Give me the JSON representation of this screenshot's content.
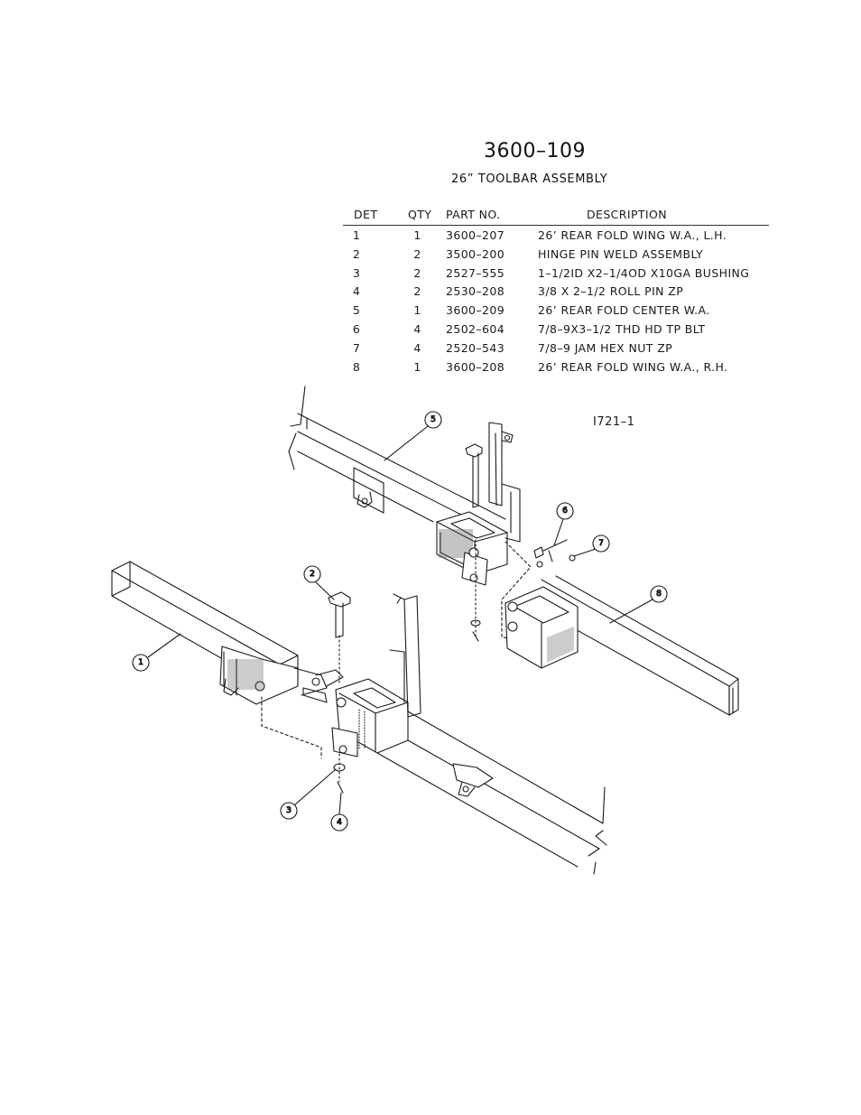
{
  "assembly": {
    "number": "3600–109",
    "name": "26” TOOLBAR ASSEMBLY"
  },
  "bom": {
    "headers": {
      "det": "DET",
      "qty": "QTY",
      "part": "PART NO.",
      "desc": "DESCRIPTION"
    },
    "rows": [
      {
        "det": "1",
        "qty": "1",
        "part": "3600–207",
        "desc": "26’ REAR FOLD WING W.A., L.H."
      },
      {
        "det": "2",
        "qty": "2",
        "part": "3500–200",
        "desc": "HINGE PIN WELD ASSEMBLY"
      },
      {
        "det": "3",
        "qty": "2",
        "part": "2527–555",
        "desc": "1–1/2ID X2–1/4OD X10GA BUSHING"
      },
      {
        "det": "4",
        "qty": "2",
        "part": "2530–208",
        "desc": "3/8 X 2–1/2 ROLL PIN ZP"
      },
      {
        "det": "5",
        "qty": "1",
        "part": "3600–209",
        "desc": "26’ REAR FOLD CENTER W.A."
      },
      {
        "det": "6",
        "qty": "4",
        "part": "2502–604",
        "desc": "7/8–9X3–1/2 THD HD TP BLT"
      },
      {
        "det": "7",
        "qty": "4",
        "part": "2520–543",
        "desc": "7/8–9 JAM HEX NUT  ZP"
      },
      {
        "det": "8",
        "qty": "1",
        "part": "3600–208",
        "desc": "26’ REAR FOLD WING W.A., R.H."
      }
    ]
  },
  "drawing_number": "I721–1",
  "callouts": [
    {
      "label": "1"
    },
    {
      "label": "2"
    },
    {
      "label": "3"
    },
    {
      "label": "4"
    },
    {
      "label": "5"
    },
    {
      "label": "6"
    },
    {
      "label": "7"
    },
    {
      "label": "8"
    }
  ],
  "colors": {
    "line": "#1a1a1a",
    "shade": "#555555"
  }
}
